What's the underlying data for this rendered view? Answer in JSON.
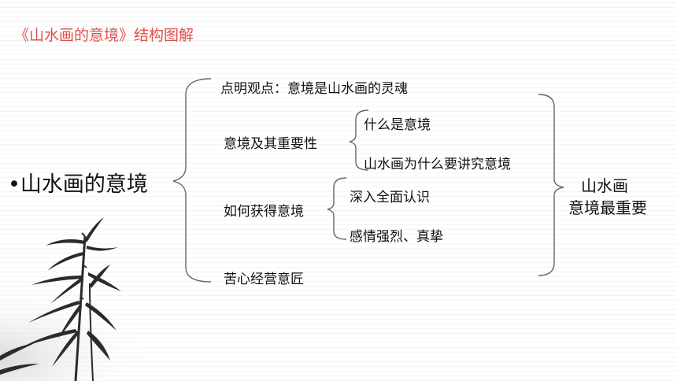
{
  "slide_title": "《山水画的意境》结构图解",
  "main_topic": "•山水画的意境",
  "branches": {
    "point": "点明观点：意境是山水画的灵魂",
    "importance": {
      "label": "意境及其重要性",
      "children": [
        "什么是意境",
        "山水画为什么要讲究意境"
      ]
    },
    "how_to_obtain": {
      "label": "如何获得意境",
      "children": [
        "深入全面认识",
        "感情强烈、真挚"
      ]
    },
    "effort": "苦心经营意匠"
  },
  "conclusion": {
    "line1": "山水画",
    "line2": "意境最重要"
  },
  "colors": {
    "title": "#e0504a",
    "text": "#111111",
    "bracket": "#666666",
    "bamboo": "#2b2b2b"
  },
  "decoration": "bamboo-ink-painting"
}
